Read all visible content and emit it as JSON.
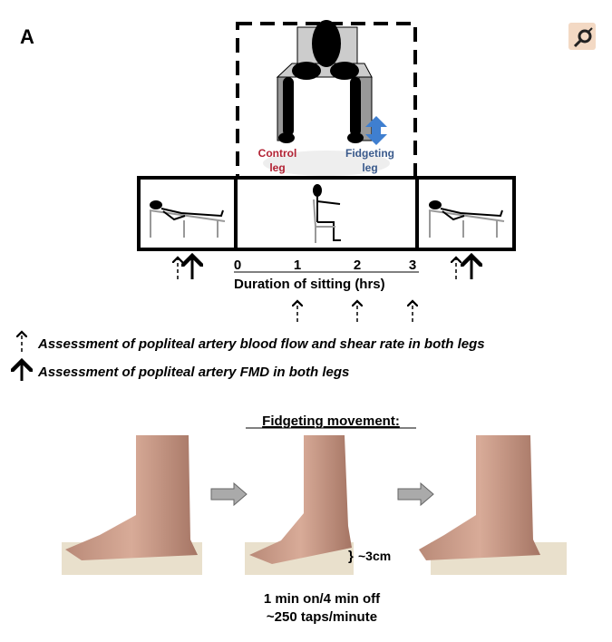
{
  "panel_label": "A",
  "corner_icon": "search-lens-icon",
  "top_inset": {
    "control_leg": [
      "Control",
      "leg"
    ],
    "fidgeting_leg": [
      "Fidgeting",
      "leg"
    ],
    "colors": {
      "control": "#b22234",
      "fidgeting": "#3a5a8c",
      "arrow": "#3f7fd0"
    }
  },
  "timeline": {
    "ticks": [
      "0",
      "1",
      "2",
      "3"
    ],
    "label": "Duration of sitting (hrs)"
  },
  "legend": {
    "dashed_arrow": "Assessment of popliteal artery blood flow and shear rate in both legs",
    "solid_arrow": "Assessment of popliteal artery FMD in both legs"
  },
  "fidgeting": {
    "title": "Fidgeting movement:",
    "height_label": "~3cm",
    "line1": "1 min on/4 min off",
    "line2": "~250 taps/minute"
  }
}
